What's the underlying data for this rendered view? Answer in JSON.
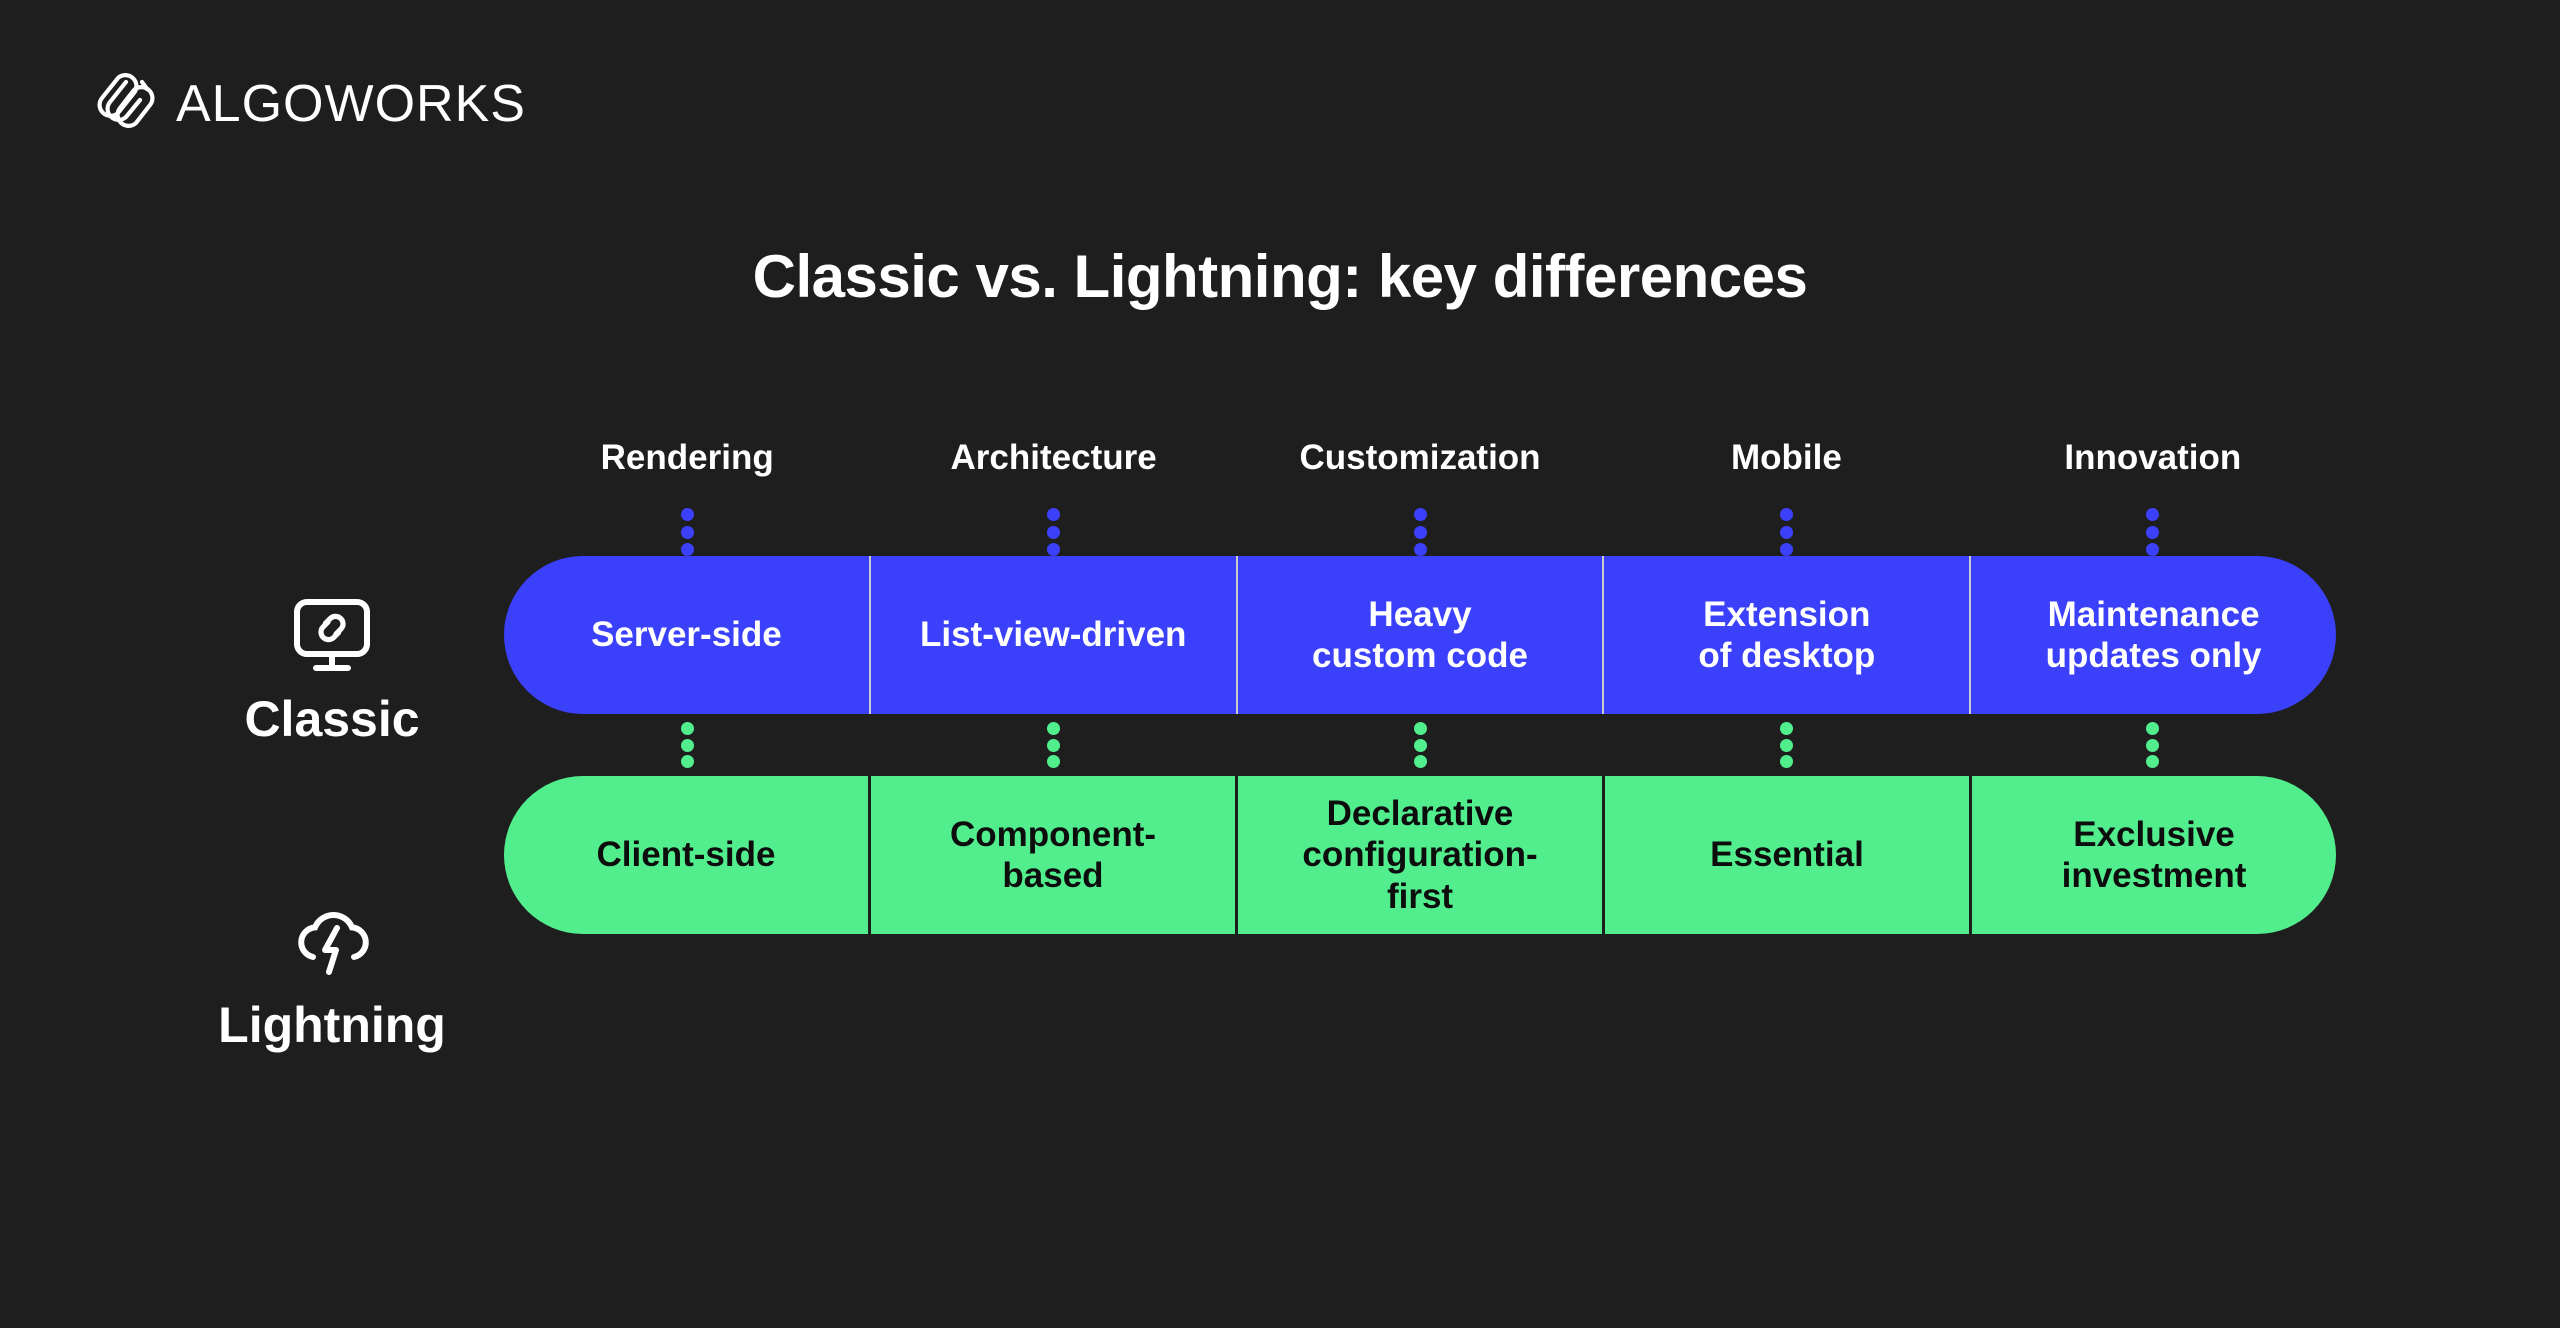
{
  "brand": {
    "name": "ALGOWORKS",
    "logo_icon": "algoworks-paperclip-mark"
  },
  "title": "Classic vs. Lightning: key differences",
  "colors": {
    "background": "#1e1e1e",
    "classic": "#3b41fb",
    "lightning": "#52ee8e",
    "classic_text": "#ffffff",
    "lightning_text": "#0d0d0d",
    "heading_text": "#ffffff",
    "classic_divider": "#c9cace",
    "lightning_divider": "#1e1e1e"
  },
  "chart_data": {
    "type": "table",
    "title": "Classic vs. Lightning: key differences",
    "categories": [
      "Rendering",
      "Architecture",
      "Customization",
      "Mobile",
      "Innovation"
    ],
    "series": [
      {
        "name": "Classic",
        "icon": "monitor-link-icon",
        "color": "#3b41fb",
        "values": [
          "Server-side",
          "List-view-driven",
          "Heavy\ncustom code",
          "Extension\nof desktop",
          "Maintenance\nupdates only"
        ]
      },
      {
        "name": "Lightning",
        "icon": "cloud-lightning-icon",
        "color": "#52ee8e",
        "values": [
          "Client-side",
          "Component-\nbased",
          "Declarative\nconfiguration-\nfirst",
          "Essential",
          "Exclusive\ninvestment"
        ]
      }
    ],
    "legend_position": "left",
    "grid": false
  },
  "columns": [
    {
      "header": "Rendering",
      "classic": "Server-side",
      "lightning": "Client-side"
    },
    {
      "header": "Architecture",
      "classic": "List-view-driven",
      "lightning": "Component-\nbased"
    },
    {
      "header": "Customization",
      "classic": "Heavy\ncustom code",
      "lightning": "Declarative\nconfiguration-\nfirst"
    },
    {
      "header": "Mobile",
      "classic": "Extension\nof desktop",
      "lightning": "Essential"
    },
    {
      "header": "Innovation",
      "classic": "Maintenance\nupdates only",
      "lightning": "Exclusive\ninvestment"
    }
  ],
  "rows": {
    "classic": {
      "label": "Classic",
      "icon": "monitor-link-icon"
    },
    "lightning": {
      "label": "Lightning",
      "icon": "cloud-lightning-icon"
    }
  }
}
